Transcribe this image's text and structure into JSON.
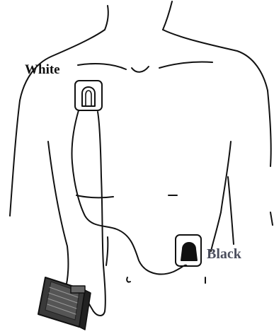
{
  "diagram": {
    "labels": {
      "white": "White",
      "black": "Black"
    },
    "colors": {
      "ink": "#111111",
      "black_label": "#4a4d5c",
      "background": "#ffffff"
    },
    "elements": [
      "torso-outline",
      "white-electrode",
      "black-electrode",
      "lead-wire",
      "holter-monitor"
    ]
  }
}
